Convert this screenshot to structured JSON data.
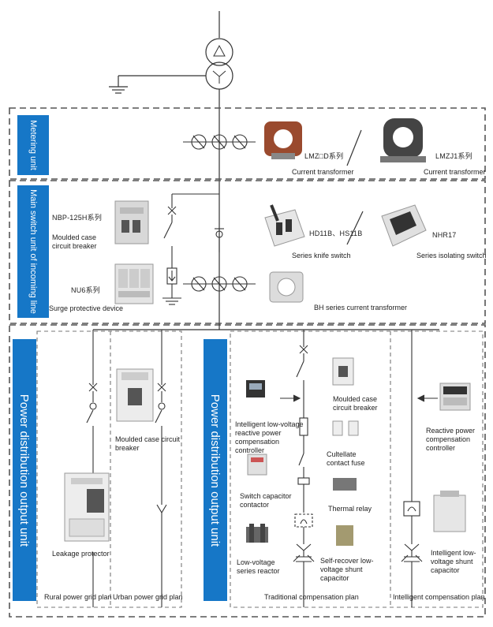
{
  "units": {
    "metering": "Metering unit",
    "main_switch": "Main switch unit of incoming line",
    "dist_left": "Power distribution output unit",
    "dist_right": "Power distribution output unit"
  },
  "metering": {
    "lmz_d_code": "LMZ□D系列",
    "lmz_d_label": "Current transformer",
    "lmzj1_code": "LMZJ1系列",
    "lmzj1_label": "Current transformer"
  },
  "main_switch": {
    "nbp_code": "NBP-125H系列",
    "nbp_label": "Moulded case circuit breaker",
    "nu6_code": "NU6系列",
    "nu6_label": "Surge protective device",
    "hd_code": "HD11B、HS11B",
    "hd_label": "Series knife switch",
    "nhr_code": "NHR17",
    "nhr_label": "Series isolating switch",
    "bh_label": "BH series current transformer"
  },
  "distribution": {
    "mccb_label": "Moulded case circuit breaker",
    "leakage_label": "Leakage protector",
    "rural_plan": "Rural power grid plan",
    "urban_plan": "Urban power grid plan",
    "intelligent_ctrl_label": "Intelligent low-voltage reactive power compensation controller",
    "switch_cap_label": "Switch capacitor contactor",
    "reactor_label": "Low-voltage series reactor",
    "mccb2_label": "Moulded case circuit breaker",
    "fuse_label": "Cultellate contact fuse",
    "thermal_label": "Thermal relay",
    "self_cap_label": "Self-recover low-voltage shunt capacitor",
    "traditional_plan": "Traditional compensation plan",
    "reactive_ctrl_label": "Reactive power compensation controller",
    "intelligent_cap_label": "Intelligent low-voltage shunt capacitor",
    "intelligent_plan": "Intelligent compensation plan"
  }
}
